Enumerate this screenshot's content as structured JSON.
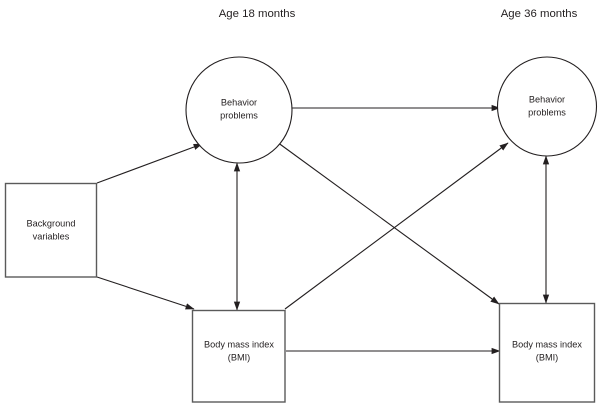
{
  "figure": {
    "type": "path-diagram",
    "background_color": "#ffffff",
    "line_color": "#231f20",
    "box_stroke_color": "#5a5a5a"
  },
  "headings": {
    "wave1": "Age 18 months",
    "wave2": "Age 36 months"
  },
  "nodes": {
    "background_variables": {
      "line1": "Background",
      "line2": "variables",
      "shape": "rectangle"
    },
    "behavior_problems_18": {
      "line1": "Behavior",
      "line2": "problems",
      "shape": "circle"
    },
    "behavior_problems_36": {
      "line1": "Behavior",
      "line2": "problems",
      "shape": "circle"
    },
    "bmi_18": {
      "line1": "Body mass index",
      "line2": "(BMI)",
      "shape": "rectangle"
    },
    "bmi_36": {
      "line1": "Body mass index",
      "line2": "(BMI)",
      "shape": "rectangle"
    }
  },
  "edges": [
    {
      "id": "bg-to-bp18",
      "from": "background_variables",
      "to": "behavior_problems_18",
      "arrowheads": "single"
    },
    {
      "id": "bg-to-bmi18",
      "from": "background_variables",
      "to": "bmi_18",
      "arrowheads": "single"
    },
    {
      "id": "bp18-to-bp36",
      "from": "behavior_problems_18",
      "to": "behavior_problems_36",
      "arrowheads": "single"
    },
    {
      "id": "bmi18-to-bmi36",
      "from": "bmi_18",
      "to": "bmi_36",
      "arrowheads": "single"
    },
    {
      "id": "bp18-to-bmi36",
      "from": "behavior_problems_18",
      "to": "bmi_36",
      "arrowheads": "single"
    },
    {
      "id": "bmi18-to-bp36",
      "from": "bmi_18",
      "to": "behavior_problems_36",
      "arrowheads": "single"
    },
    {
      "id": "bp18-bmi18-correlation",
      "from": "behavior_problems_18",
      "to": "bmi_18",
      "arrowheads": "double"
    },
    {
      "id": "bp36-bmi36-correlation",
      "from": "behavior_problems_36",
      "to": "bmi_36",
      "arrowheads": "double"
    }
  ]
}
